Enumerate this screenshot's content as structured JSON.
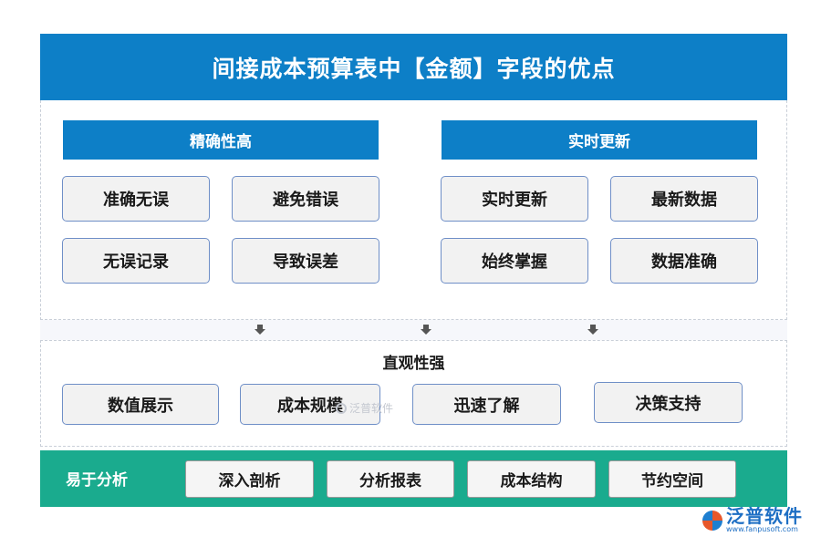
{
  "title": "间接成本预算表中【金额】字段的优点",
  "top": {
    "left": {
      "header": "精确性高",
      "items": [
        "准确无误",
        "避免错误",
        "无误记录",
        "导致误差"
      ]
    },
    "right": {
      "header": "实时更新",
      "items": [
        "实时更新",
        "最新数据",
        "始终掌握",
        "数据准确"
      ]
    }
  },
  "middle": {
    "header": "直观性强",
    "items": [
      "数值展示",
      "成本规模",
      "迅速了解",
      "决策支持"
    ]
  },
  "bottom": {
    "label": "易于分析",
    "items": [
      "深入剖析",
      "分析报表",
      "成本结构",
      "节约空间"
    ]
  },
  "watermark": "泛普软件",
  "logo": {
    "name": "泛普软件",
    "url": "www.fanpusoft.com"
  },
  "colors": {
    "blue": "#0d7fc7",
    "green": "#1aab8e",
    "box_border": "#6f8fc7"
  }
}
